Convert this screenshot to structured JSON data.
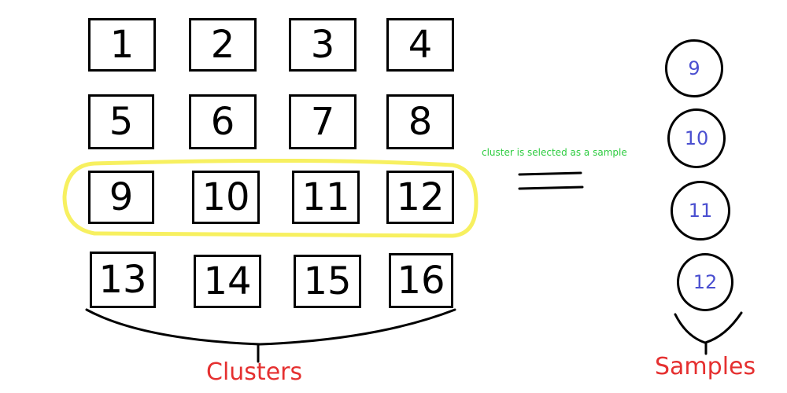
{
  "clusters": [
    {
      "label": "1"
    },
    {
      "label": "2"
    },
    {
      "label": "3"
    },
    {
      "label": "4"
    },
    {
      "label": "5"
    },
    {
      "label": "6"
    },
    {
      "label": "7"
    },
    {
      "label": "8"
    },
    {
      "label": "9"
    },
    {
      "label": "10"
    },
    {
      "label": "11"
    },
    {
      "label": "12"
    },
    {
      "label": "13"
    },
    {
      "label": "14"
    },
    {
      "label": "15"
    },
    {
      "label": "16"
    }
  ],
  "samples": [
    {
      "label": "9"
    },
    {
      "label": "10"
    },
    {
      "label": "11"
    },
    {
      "label": "12"
    }
  ],
  "annotation": "cluster is selected as a sample",
  "clusters_label": "Clusters",
  "samples_label": "Samples",
  "colors": {
    "highlight": "#f7f060",
    "sample_text": "#4a4fd0",
    "label_text": "#e53030",
    "annotation_text": "#2ecc40"
  }
}
